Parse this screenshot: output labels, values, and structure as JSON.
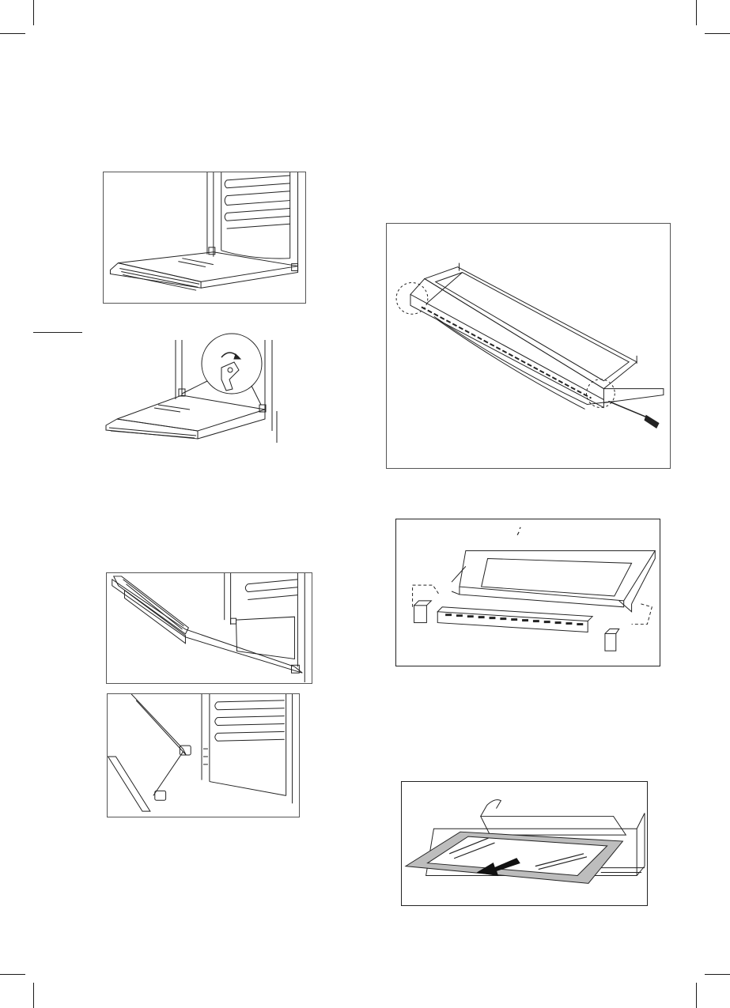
{
  "page": {
    "figures": [
      {
        "id": "fig-1",
        "icon": "oven-door-open-icon"
      },
      {
        "id": "fig-2",
        "icon": "hinge-lock-lever-icon"
      },
      {
        "id": "fig-3",
        "icon": "door-lift-off-icon"
      },
      {
        "id": "fig-4",
        "icon": "door-removed-icon"
      },
      {
        "id": "fig-5",
        "icon": "door-on-surface-screwdriver-icon"
      },
      {
        "id": "fig-6",
        "icon": "door-exploded-parts-icon"
      },
      {
        "id": "fig-7",
        "icon": "inner-glass-slide-out-icon"
      }
    ],
    "colors": {
      "line": "#222222",
      "frame": "#555555",
      "glass": "#bdbdbd",
      "arrow": "#111111"
    }
  }
}
